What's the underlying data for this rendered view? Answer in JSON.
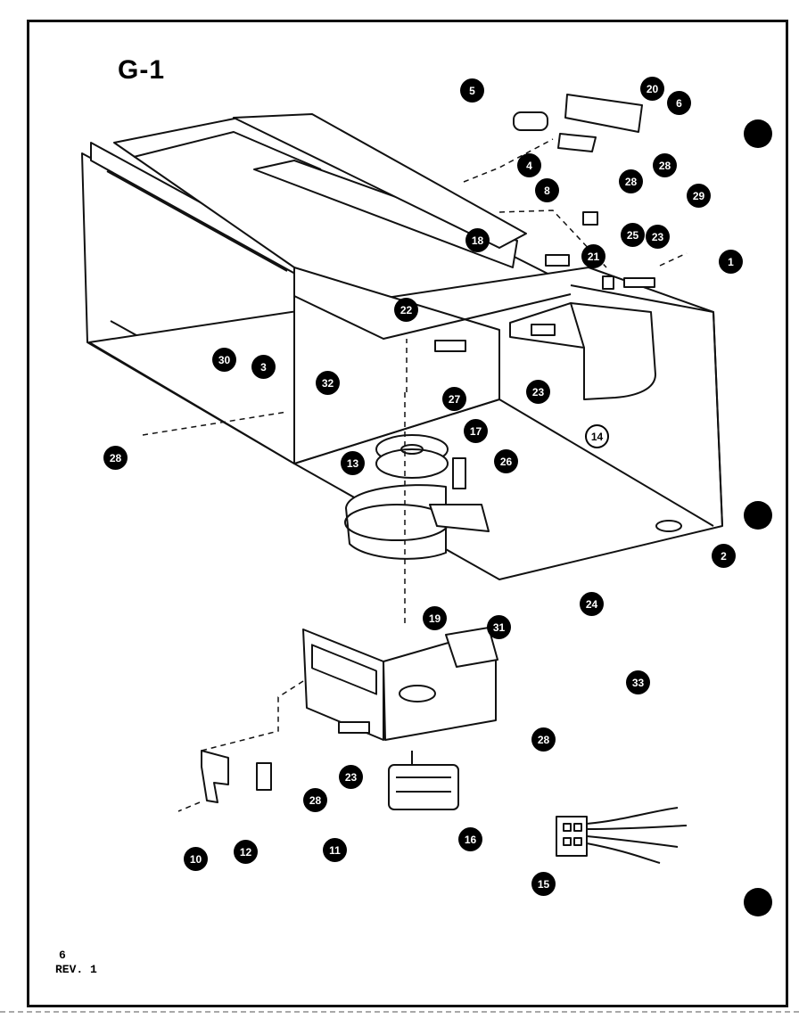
{
  "diagram": {
    "title": "G-1",
    "footer_page": "6",
    "footer_rev": "REV. 1",
    "callouts": [
      {
        "id": "c-5",
        "label": "5"
      },
      {
        "id": "c-20a",
        "label": "20"
      },
      {
        "id": "c-6",
        "label": "6"
      },
      {
        "id": "c-4",
        "label": "4"
      },
      {
        "id": "c-28a",
        "label": "28"
      },
      {
        "id": "c-28b",
        "label": "28"
      },
      {
        "id": "c-8",
        "label": "8"
      },
      {
        "id": "c-29",
        "label": "29"
      },
      {
        "id": "c-18",
        "label": "18"
      },
      {
        "id": "c-25",
        "label": "25"
      },
      {
        "id": "c-23a",
        "label": "23"
      },
      {
        "id": "c-21",
        "label": "21"
      },
      {
        "id": "c-1",
        "label": "1"
      },
      {
        "id": "c-22",
        "label": "22"
      },
      {
        "id": "c-30",
        "label": "30"
      },
      {
        "id": "c-3",
        "label": "3"
      },
      {
        "id": "c-32",
        "label": "32"
      },
      {
        "id": "c-23b",
        "label": "23"
      },
      {
        "id": "c-27",
        "label": "27"
      },
      {
        "id": "c-14",
        "label": "14"
      },
      {
        "id": "c-17",
        "label": "17"
      },
      {
        "id": "c-26",
        "label": "26"
      },
      {
        "id": "c-13",
        "label": "13"
      },
      {
        "id": "c-28c",
        "label": "28"
      },
      {
        "id": "c-2",
        "label": "2"
      },
      {
        "id": "c-24",
        "label": "24"
      },
      {
        "id": "c-19",
        "label": "19"
      },
      {
        "id": "c-31",
        "label": "31"
      },
      {
        "id": "c-33",
        "label": "33"
      },
      {
        "id": "c-28d",
        "label": "28"
      },
      {
        "id": "c-28e",
        "label": "28"
      },
      {
        "id": "c-23c",
        "label": "23"
      },
      {
        "id": "c-12",
        "label": "12"
      },
      {
        "id": "c-11",
        "label": "11"
      },
      {
        "id": "c-10",
        "label": "10"
      },
      {
        "id": "c-16",
        "label": "16"
      },
      {
        "id": "c-15",
        "label": "15"
      }
    ]
  }
}
